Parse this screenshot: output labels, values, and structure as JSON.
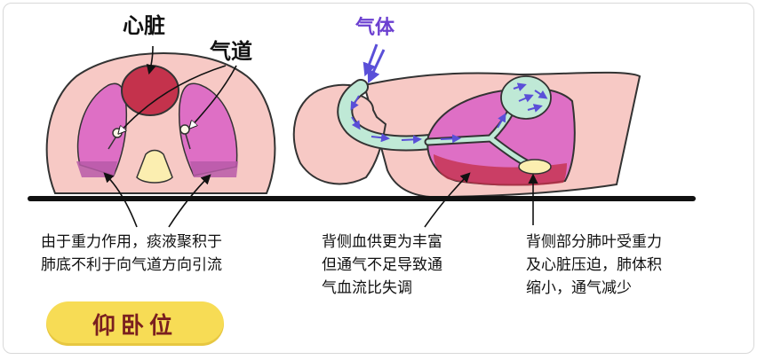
{
  "labels": {
    "heart": "心脏",
    "airway": "气道",
    "gas": "气体"
  },
  "captions": {
    "left_line1": "由于重力作用，痰液聚积于",
    "left_line2": "肺底不利于向气道方向引流",
    "middle_line1": "背侧血供更为丰富",
    "middle_line2": "但通气不足导致通",
    "middle_line3": "气血流比失调",
    "right_line1": "背侧部分肺叶受重力",
    "right_line2": "及心脏压迫，肺体积",
    "right_line3": "缩小，通气减少"
  },
  "badge": {
    "text": "仰卧位"
  },
  "colors": {
    "lung": "#de6fc5",
    "lung_dark": "#b85aa8",
    "heart": "#c4324c",
    "skin": "#f7c9c5",
    "skin_light": "#fbe1de",
    "airway_fill": "#bfe9d6",
    "ground": "#111111",
    "gas_arrow": "#5a4fd8",
    "badge": "#f7dc55"
  }
}
